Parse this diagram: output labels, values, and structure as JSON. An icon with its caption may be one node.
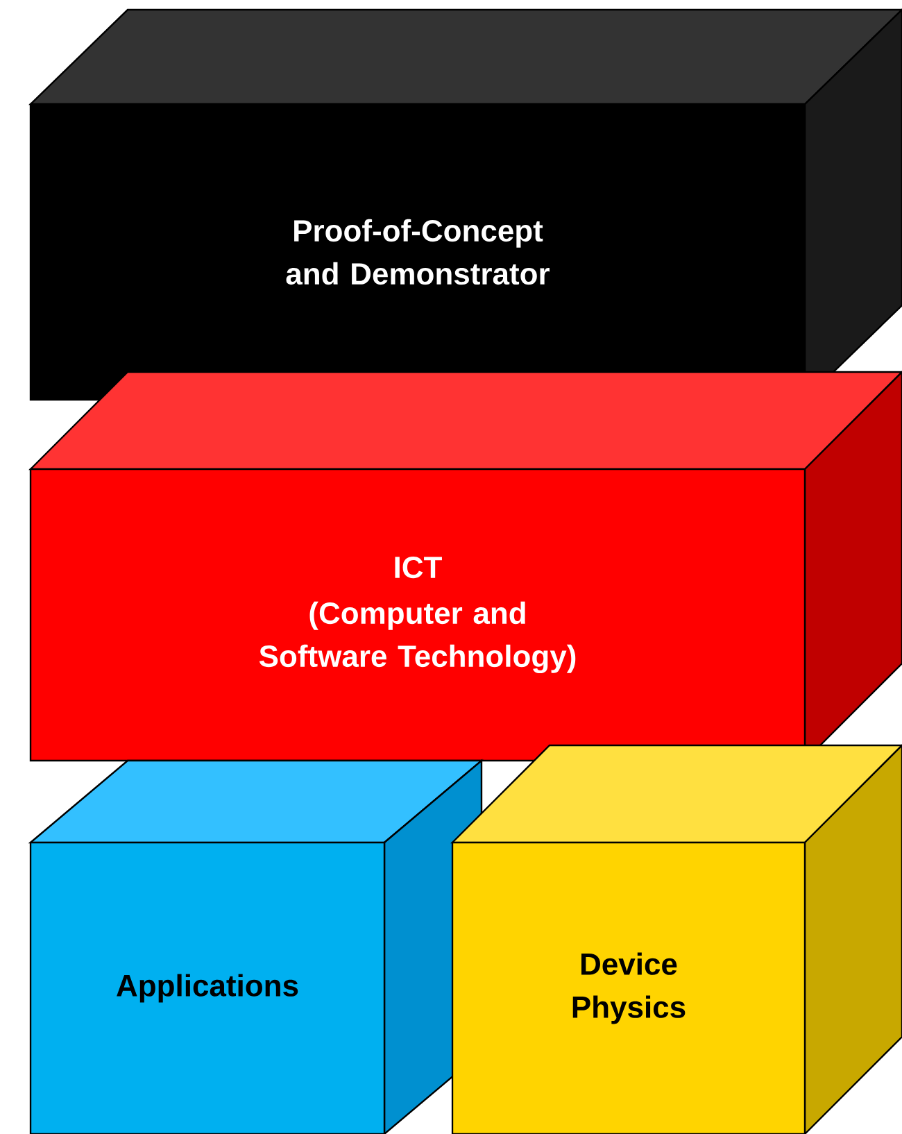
{
  "diagram": {
    "nodes": [
      {
        "text": [
          "Proof-of-Concept and Demonstrator"
        ]
      },
      {
        "text": [
          "ICT",
          "(Computer and Software Technology)"
        ]
      },
      {
        "text": [
          "Applications"
        ]
      },
      {
        "text": [
          "Device Physics"
        ]
      }
    ]
  }
}
